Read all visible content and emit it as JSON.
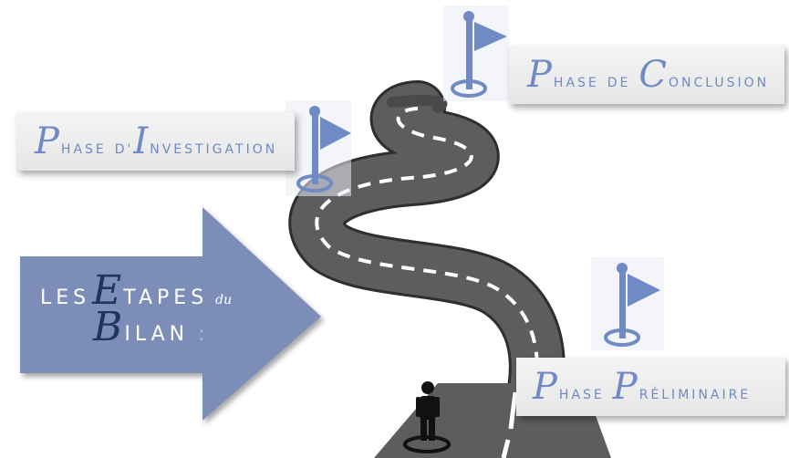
{
  "theme": {
    "accent": "#6f8ac4",
    "arrow_fill": "#7b8db8",
    "dark_text": "#1f3460",
    "road": "#5a5a5a",
    "road_edge": "#2e2e2e",
    "dash": "#ffffff"
  },
  "phases": {
    "investigation": {
      "cap": "P",
      "rest": [
        "HASE",
        "D'",
        "NVESTIGATION"
      ],
      "cap2": "I"
    },
    "conclusion": {
      "cap": "P",
      "rest1": "HASE",
      "mid": "DE",
      "cap2": "C",
      "rest2": "ONCLUSION"
    },
    "preliminaire": {
      "cap": "P",
      "rest1": "HASE",
      "cap2": "P",
      "rest2": "RÉLIMINAIRE"
    }
  },
  "arrow": {
    "line1_small": "LES",
    "line1_cap": "E",
    "line1_rest": "TAPES",
    "line1_du": "du",
    "line2_cap": "B",
    "line2_rest": "ILAN",
    "line2_colon": ":"
  },
  "icons": {
    "flags": [
      "flag-icon",
      "flag-icon",
      "flag-icon"
    ],
    "person": "person-icon"
  }
}
